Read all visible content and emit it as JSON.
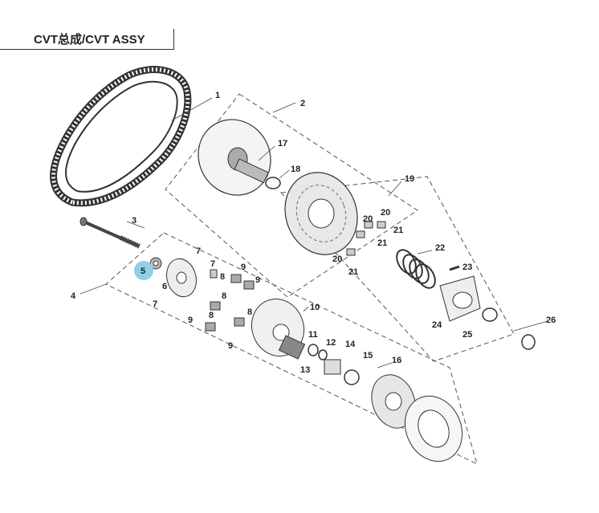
{
  "title": "CVT总成/CVT ASSY",
  "highlight_color": "#8fd0e8",
  "callouts": [
    "1",
    "2",
    "3",
    "4",
    "5",
    "6",
    "7",
    "7",
    "7",
    "8",
    "8",
    "8",
    "8",
    "9",
    "9",
    "9",
    "9",
    "10",
    "11",
    "12",
    "13",
    "14",
    "15",
    "16",
    "17",
    "18",
    "19",
    "20",
    "20",
    "20",
    "21",
    "21",
    "21",
    "22",
    "23",
    "24",
    "25",
    "26"
  ]
}
